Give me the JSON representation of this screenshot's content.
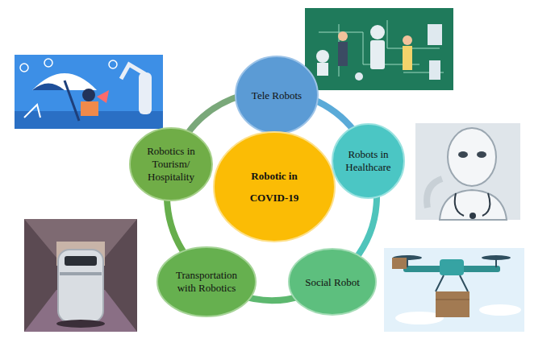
{
  "diagram": {
    "nodes": [
      {
        "text": [
          "Tele Robots"
        ]
      },
      {
        "text": [
          "Robotics in Tourism/ Hospitality"
        ]
      },
      {
        "text": [
          "Robotic in COVID-19"
        ]
      },
      {
        "text": [
          "Robots in Healthcare"
        ]
      },
      {
        "text": [
          "Social Robot"
        ]
      },
      {
        "text": [
          "Transportation with Robotics"
        ]
      }
    ],
    "edges": [
      {
        "from": 0,
        "to": 3,
        "arrow": "none"
      },
      {
        "from": 3,
        "to": 4,
        "arrow": "none"
      },
      {
        "from": 4,
        "to": 5,
        "arrow": "none"
      },
      {
        "from": 5,
        "to": 1,
        "arrow": "none"
      },
      {
        "from": 1,
        "to": 0,
        "arrow": "none"
      }
    ]
  }
}
